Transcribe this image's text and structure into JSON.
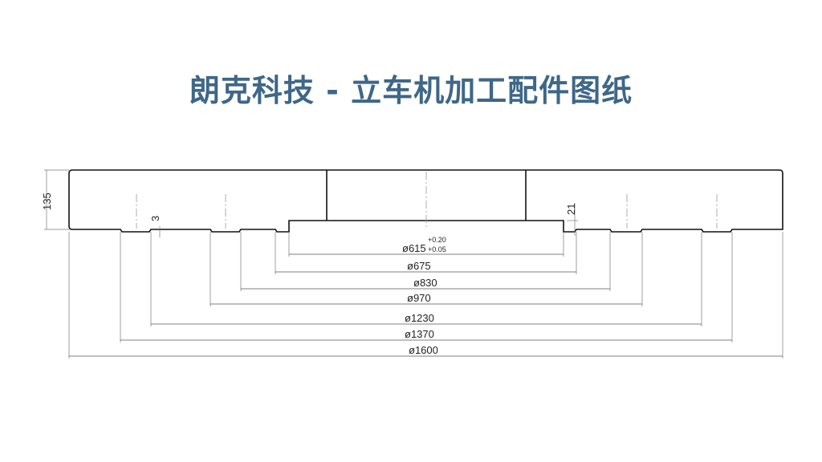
{
  "title": "朗克科技 - 立车机加工配件图纸",
  "drawing": {
    "height_dim": "135",
    "groove_depth_dim": "3",
    "recess_depth_dim": "21",
    "diameters": [
      {
        "label": "ø615",
        "tol_upper": "+0.20",
        "tol_lower": "+0.05"
      },
      {
        "label": "ø675"
      },
      {
        "label": "ø830"
      },
      {
        "label": "ø970"
      },
      {
        "label": "ø1230"
      },
      {
        "label": "ø1370"
      },
      {
        "label": "ø1600"
      }
    ]
  }
}
